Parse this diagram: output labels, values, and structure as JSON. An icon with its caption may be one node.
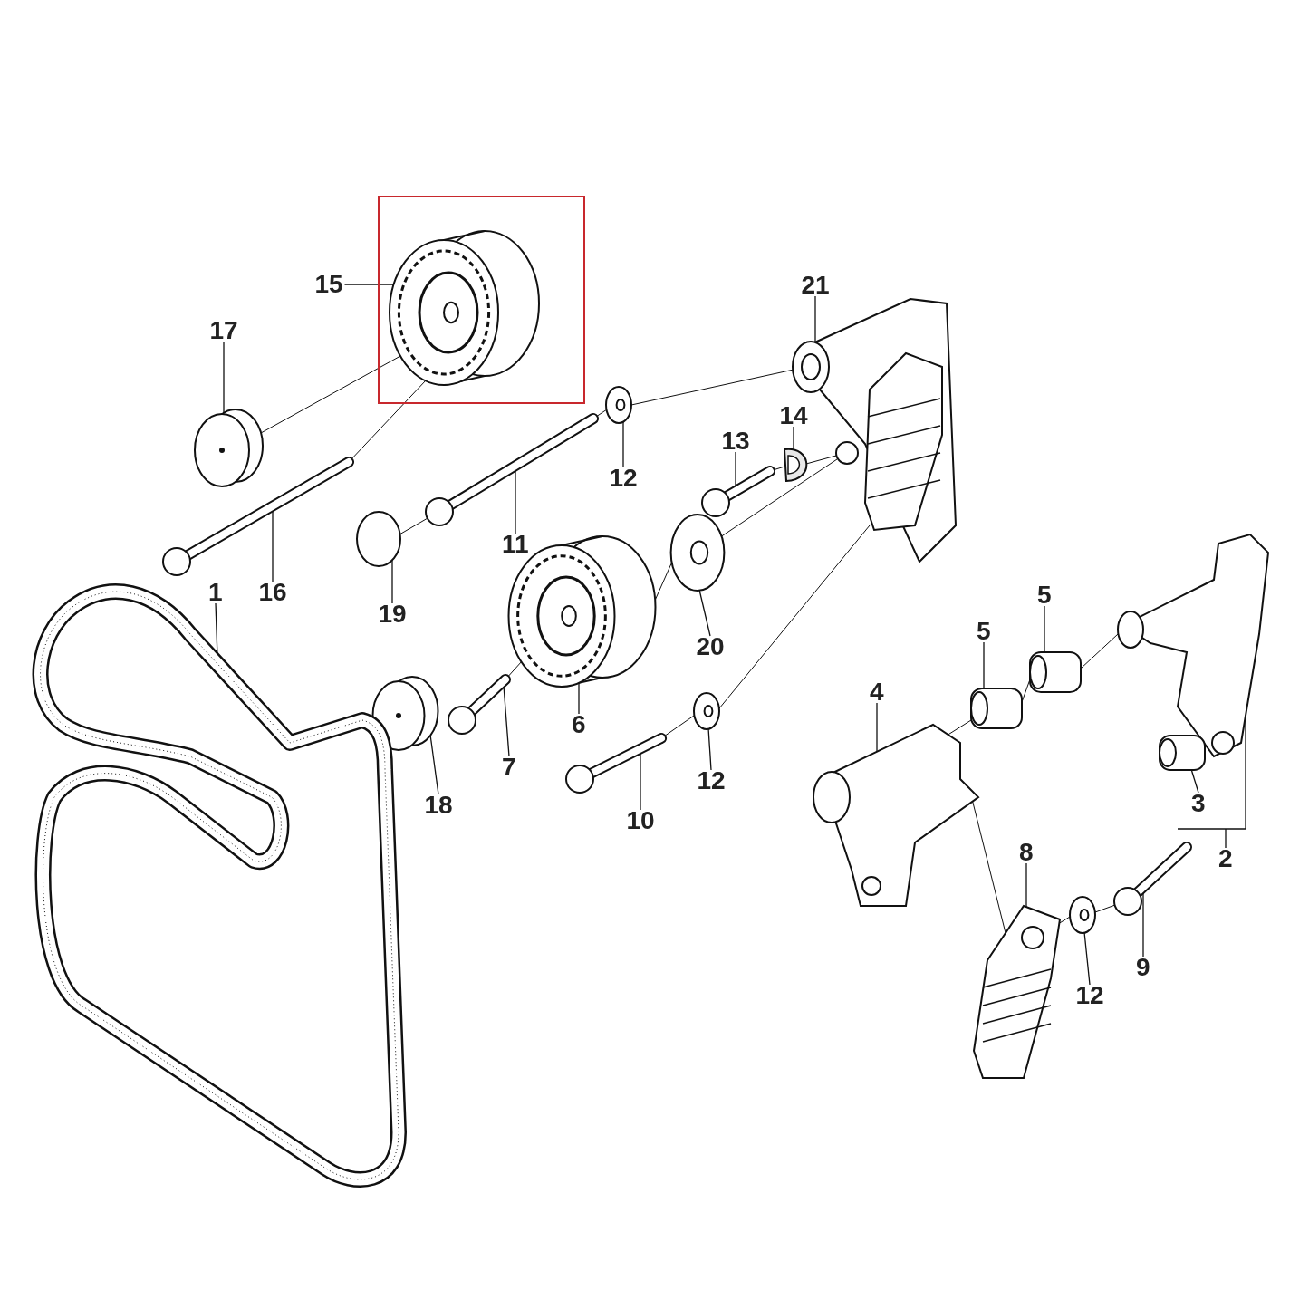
{
  "diagram": {
    "nodes": [
      {
        "text": [
          "15"
        ]
      },
      {
        "text": [
          "21"
        ]
      },
      {
        "text": [
          "17"
        ]
      },
      {
        "text": [
          "14"
        ]
      },
      {
        "text": [
          "13"
        ]
      },
      {
        "text": [
          "12"
        ]
      },
      {
        "text": [
          "11"
        ]
      },
      {
        "text": [
          "1"
        ]
      },
      {
        "text": [
          "16"
        ]
      },
      {
        "text": [
          "5"
        ]
      },
      {
        "text": [
          "19"
        ]
      },
      {
        "text": [
          "5"
        ]
      },
      {
        "text": [
          "20"
        ]
      },
      {
        "text": [
          "4"
        ]
      },
      {
        "text": [
          "6"
        ]
      },
      {
        "text": [
          "7"
        ]
      },
      {
        "text": [
          "12"
        ]
      },
      {
        "text": [
          "3"
        ]
      },
      {
        "text": [
          "18"
        ]
      },
      {
        "text": [
          "10"
        ]
      },
      {
        "text": [
          "8"
        ]
      },
      {
        "text": [
          "2"
        ]
      },
      {
        "text": [
          "9"
        ]
      },
      {
        "text": [
          "12"
        ]
      },
      {
        "text": [],
        "shape": "picture"
      },
      {
        "text": [],
        "shape": "picture"
      },
      {
        "text": [],
        "shape": "picture"
      },
      {
        "text": [],
        "shape": "picture"
      },
      {
        "text": [],
        "shape": "picture"
      },
      {
        "text": [],
        "shape": "picture"
      },
      {
        "text": [],
        "shape": "picture"
      },
      {
        "text": [],
        "shape": "picture"
      },
      {
        "text": [],
        "shape": "picture"
      },
      {
        "text": [],
        "shape": "picture"
      },
      {
        "text": [],
        "shape": "picture"
      },
      {
        "text": [],
        "shape": "picture"
      },
      {
        "text": [],
        "shape": "picture"
      },
      {
        "text": [],
        "shape": "picture"
      },
      {
        "text": [],
        "shape": "picture"
      },
      {
        "text": [],
        "shape": "picture"
      },
      {
        "text": [],
        "shape": "picture"
      },
      {
        "text": [],
        "shape": "picture"
      },
      {
        "text": [],
        "shape": "picture"
      },
      {
        "text": [],
        "shape": "picture"
      },
      {
        "text": [],
        "shape": "picture"
      },
      {
        "text": [],
        "shape": "picture"
      },
      {
        "text": [],
        "shape": "picture"
      },
      {
        "text": [],
        "shape": "picture"
      }
    ],
    "edges": [
      {
        "from": 0,
        "to": 24,
        "arrow": "none"
      },
      {
        "from": 1,
        "to": 32,
        "arrow": "none"
      },
      {
        "from": 2,
        "to": 25,
        "arrow": "none"
      },
      {
        "from": 3,
        "to": 31,
        "arrow": "none"
      },
      {
        "from": 4,
        "to": 30,
        "arrow": "none"
      },
      {
        "from": 5,
        "to": 27,
        "arrow": "none"
      },
      {
        "from": 6,
        "to": 28,
        "arrow": "none"
      },
      {
        "from": 7,
        "to": 47,
        "arrow": "none"
      },
      {
        "from": 8,
        "to": 26,
        "arrow": "none"
      },
      {
        "from": 9,
        "to": 41,
        "arrow": "none"
      },
      {
        "from": 10,
        "to": 29,
        "arrow": "none"
      },
      {
        "from": 11,
        "to": 40,
        "arrow": "none"
      },
      {
        "from": 12,
        "to": 34,
        "arrow": "none"
      },
      {
        "from": 13,
        "to": 39,
        "arrow": "none"
      },
      {
        "from": 14,
        "to": 33,
        "arrow": "none"
      },
      {
        "from": 15,
        "to": 36,
        "arrow": "none"
      },
      {
        "from": 16,
        "to": 38,
        "arrow": "none"
      },
      {
        "from": 17,
        "to": 43,
        "arrow": "none"
      },
      {
        "from": 18,
        "to": 35,
        "arrow": "none"
      },
      {
        "from": 19,
        "to": 37,
        "arrow": "none"
      },
      {
        "from": 20,
        "to": 44,
        "arrow": "none"
      },
      {
        "from": 21,
        "to": 42,
        "arrow": "none"
      },
      {
        "from": 22,
        "to": 46,
        "arrow": "none"
      },
      {
        "from": 23,
        "to": 45,
        "arrow": "none"
      },
      {
        "from": 25,
        "to": 24,
        "arrow": "none"
      },
      {
        "from": 26,
        "to": 24,
        "arrow": "none"
      },
      {
        "from": 28,
        "to": 27,
        "arrow": "none"
      },
      {
        "from": 29,
        "to": 28,
        "arrow": "none"
      },
      {
        "from": 27,
        "to": 32,
        "arrow": "none"
      },
      {
        "from": 30,
        "to": 31,
        "arrow": "none"
      },
      {
        "from": 31,
        "to": 32,
        "arrow": "none"
      },
      {
        "from": 33,
        "to": 34,
        "arrow": "none"
      },
      {
        "from": 34,
        "to": 32,
        "arrow": "none"
      },
      {
        "from": 36,
        "to": 33,
        "arrow": "none"
      },
      {
        "from": 37,
        "to": 38,
        "arrow": "none"
      },
      {
        "from": 38,
        "to": 32,
        "arrow": "none"
      },
      {
        "from": 39,
        "to": 40,
        "arrow": "none"
      },
      {
        "from": 40,
        "to": 41,
        "arrow": "none"
      },
      {
        "from": 41,
        "to": 42,
        "arrow": "none"
      },
      {
        "from": 39,
        "to": 44,
        "arrow": "none"
      },
      {
        "from": 44,
        "to": 45,
        "arrow": "none"
      },
      {
        "from": 45,
        "to": 46,
        "arrow": "none"
      }
    ]
  }
}
